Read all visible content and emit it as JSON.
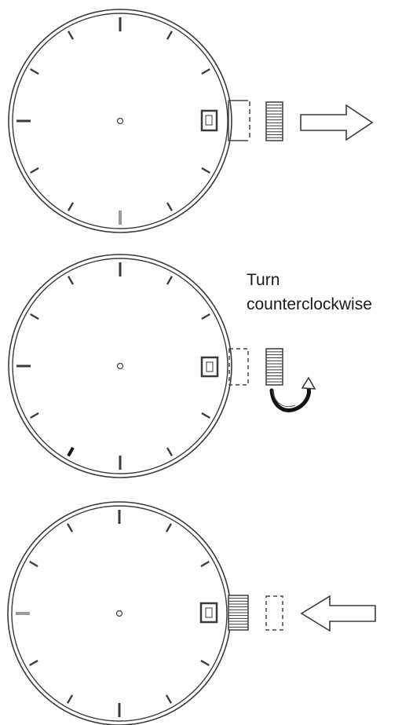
{
  "instruction": {
    "line1": "Turn",
    "line2": "counterclockwise"
  },
  "steps": [
    {
      "crown_position": "pulled-out",
      "arrow": "pull-out-arrow"
    },
    {
      "crown_position": "pulled-out",
      "arrow": "counterclockwise-turn-arrow"
    },
    {
      "crown_position": "pushed-in",
      "arrow": "push-in-arrow"
    }
  ],
  "colors": {
    "line": "#3a3a3a",
    "fill": "#ffffff",
    "grey": "#9a9a9a",
    "accent": "#111111"
  }
}
